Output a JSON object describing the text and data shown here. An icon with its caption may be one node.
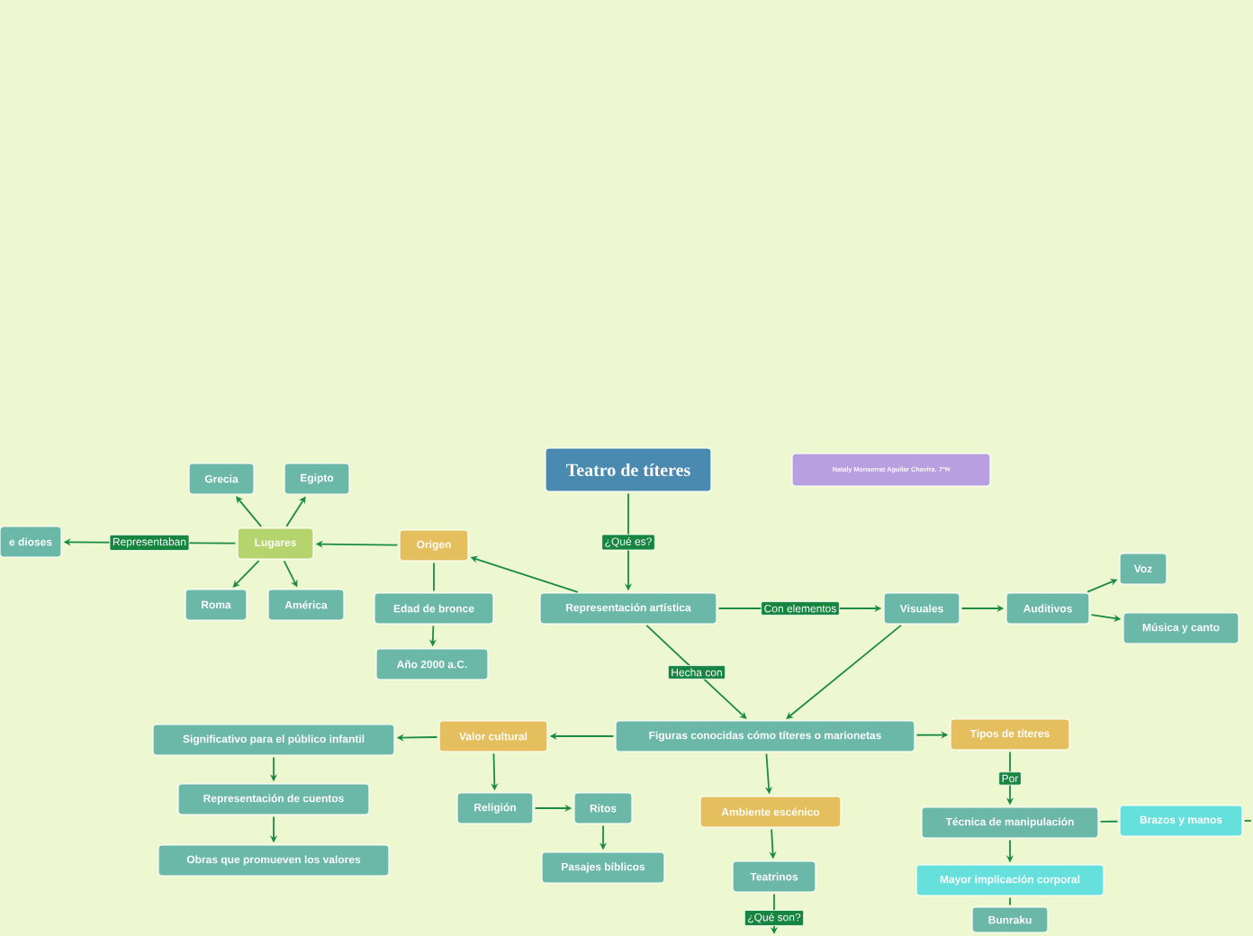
{
  "diagram": {
    "nodes": [
      {
        "text": [
          "Teatro de títeres"
        ]
      },
      {
        "text": [
          "Nataly Monserrat Aguilar Chavira.   7°H"
        ]
      },
      {
        "text": [
          "Representación artística"
        ]
      },
      {
        "text": [
          "Origen"
        ]
      },
      {
        "text": [
          "Lugares"
        ]
      },
      {
        "text": [
          "Grecia"
        ]
      },
      {
        "text": [
          "Egipto"
        ]
      },
      {
        "text": [
          "Roma"
        ]
      },
      {
        "text": [
          "América"
        ]
      },
      {
        "text": [
          "e dioses"
        ]
      },
      {
        "text": [
          "Edad de bronce"
        ]
      },
      {
        "text": [
          "Año 2000 a.C."
        ]
      },
      {
        "text": [
          "Visuales"
        ]
      },
      {
        "text": [
          "Auditivos"
        ]
      },
      {
        "text": [
          "Voz"
        ]
      },
      {
        "text": [
          "Música y canto"
        ]
      },
      {
        "text": [
          "Figuras conocidas cómo títeres o marionetas"
        ]
      },
      {
        "text": [
          "Valor cultural"
        ]
      },
      {
        "text": [
          "Significativo para el público infantil"
        ]
      },
      {
        "text": [
          "Representación de cuentos"
        ]
      },
      {
        "text": [
          "Obras que promueven los valores"
        ]
      },
      {
        "text": [
          "Religión"
        ]
      },
      {
        "text": [
          "Ritos"
        ]
      },
      {
        "text": [
          "Pasajes bíblicos"
        ]
      },
      {
        "text": [
          "Ambiente escénico"
        ]
      },
      {
        "text": [
          "Teatrinos"
        ]
      },
      {
        "text": [
          "Tipos de títeres"
        ]
      },
      {
        "text": [
          "Técnica de manipulación"
        ]
      },
      {
        "text": [
          "Brazos y manos"
        ]
      },
      {
        "text": [
          "Mayor implicación corporal"
        ]
      },
      {
        "text": [
          "Bunraku"
        ]
      }
    ],
    "edges": [
      {
        "from": 0,
        "to": 2,
        "arrow": "to",
        "label": "¿Qué es?"
      },
      {
        "from": 2,
        "to": 3,
        "arrow": "to"
      },
      {
        "from": 3,
        "to": 4,
        "arrow": "to"
      },
      {
        "from": 4,
        "to": 5,
        "arrow": "to"
      },
      {
        "from": 4,
        "to": 6,
        "arrow": "to"
      },
      {
        "from": 4,
        "to": 7,
        "arrow": "to"
      },
      {
        "from": 4,
        "to": 8,
        "arrow": "to"
      },
      {
        "from": 4,
        "to": 9,
        "arrow": "to",
        "label": "Representaban"
      },
      {
        "from": 3,
        "to": 10,
        "arrow": "none"
      },
      {
        "from": 10,
        "to": 11,
        "arrow": "to"
      },
      {
        "from": 2,
        "to": 12,
        "arrow": "to",
        "label": "Con elementos"
      },
      {
        "from": 12,
        "to": 13,
        "arrow": "to"
      },
      {
        "from": 13,
        "to": 14,
        "arrow": "to"
      },
      {
        "from": 13,
        "to": 15,
        "arrow": "to"
      },
      {
        "from": 2,
        "to": 16,
        "arrow": "to",
        "label": "Hecha con"
      },
      {
        "from": 12,
        "to": 16,
        "arrow": "to"
      },
      {
        "from": 16,
        "to": 17,
        "arrow": "to"
      },
      {
        "from": 17,
        "to": 18,
        "arrow": "to"
      },
      {
        "from": 18,
        "to": 19,
        "arrow": "to"
      },
      {
        "from": 19,
        "to": 20,
        "arrow": "to"
      },
      {
        "from": 17,
        "to": 21,
        "arrow": "to"
      },
      {
        "from": 21,
        "to": 22,
        "arrow": "to"
      },
      {
        "from": 22,
        "to": 23,
        "arrow": "to"
      },
      {
        "from": 16,
        "to": 24,
        "arrow": "to"
      },
      {
        "from": 24,
        "to": 25,
        "arrow": "to"
      },
      {
        "from": 25,
        "to": null,
        "arrow": "to",
        "label": "¿Qué son?"
      },
      {
        "from": 16,
        "to": 26,
        "arrow": "to"
      },
      {
        "from": 26,
        "to": 27,
        "arrow": "to",
        "label": "Por"
      },
      {
        "from": 27,
        "to": 28,
        "arrow": "none"
      },
      {
        "from": 28,
        "to": null,
        "arrow": "none"
      },
      {
        "from": 27,
        "to": 29,
        "arrow": "to"
      },
      {
        "from": 29,
        "to": 30,
        "arrow": "none"
      }
    ]
  }
}
